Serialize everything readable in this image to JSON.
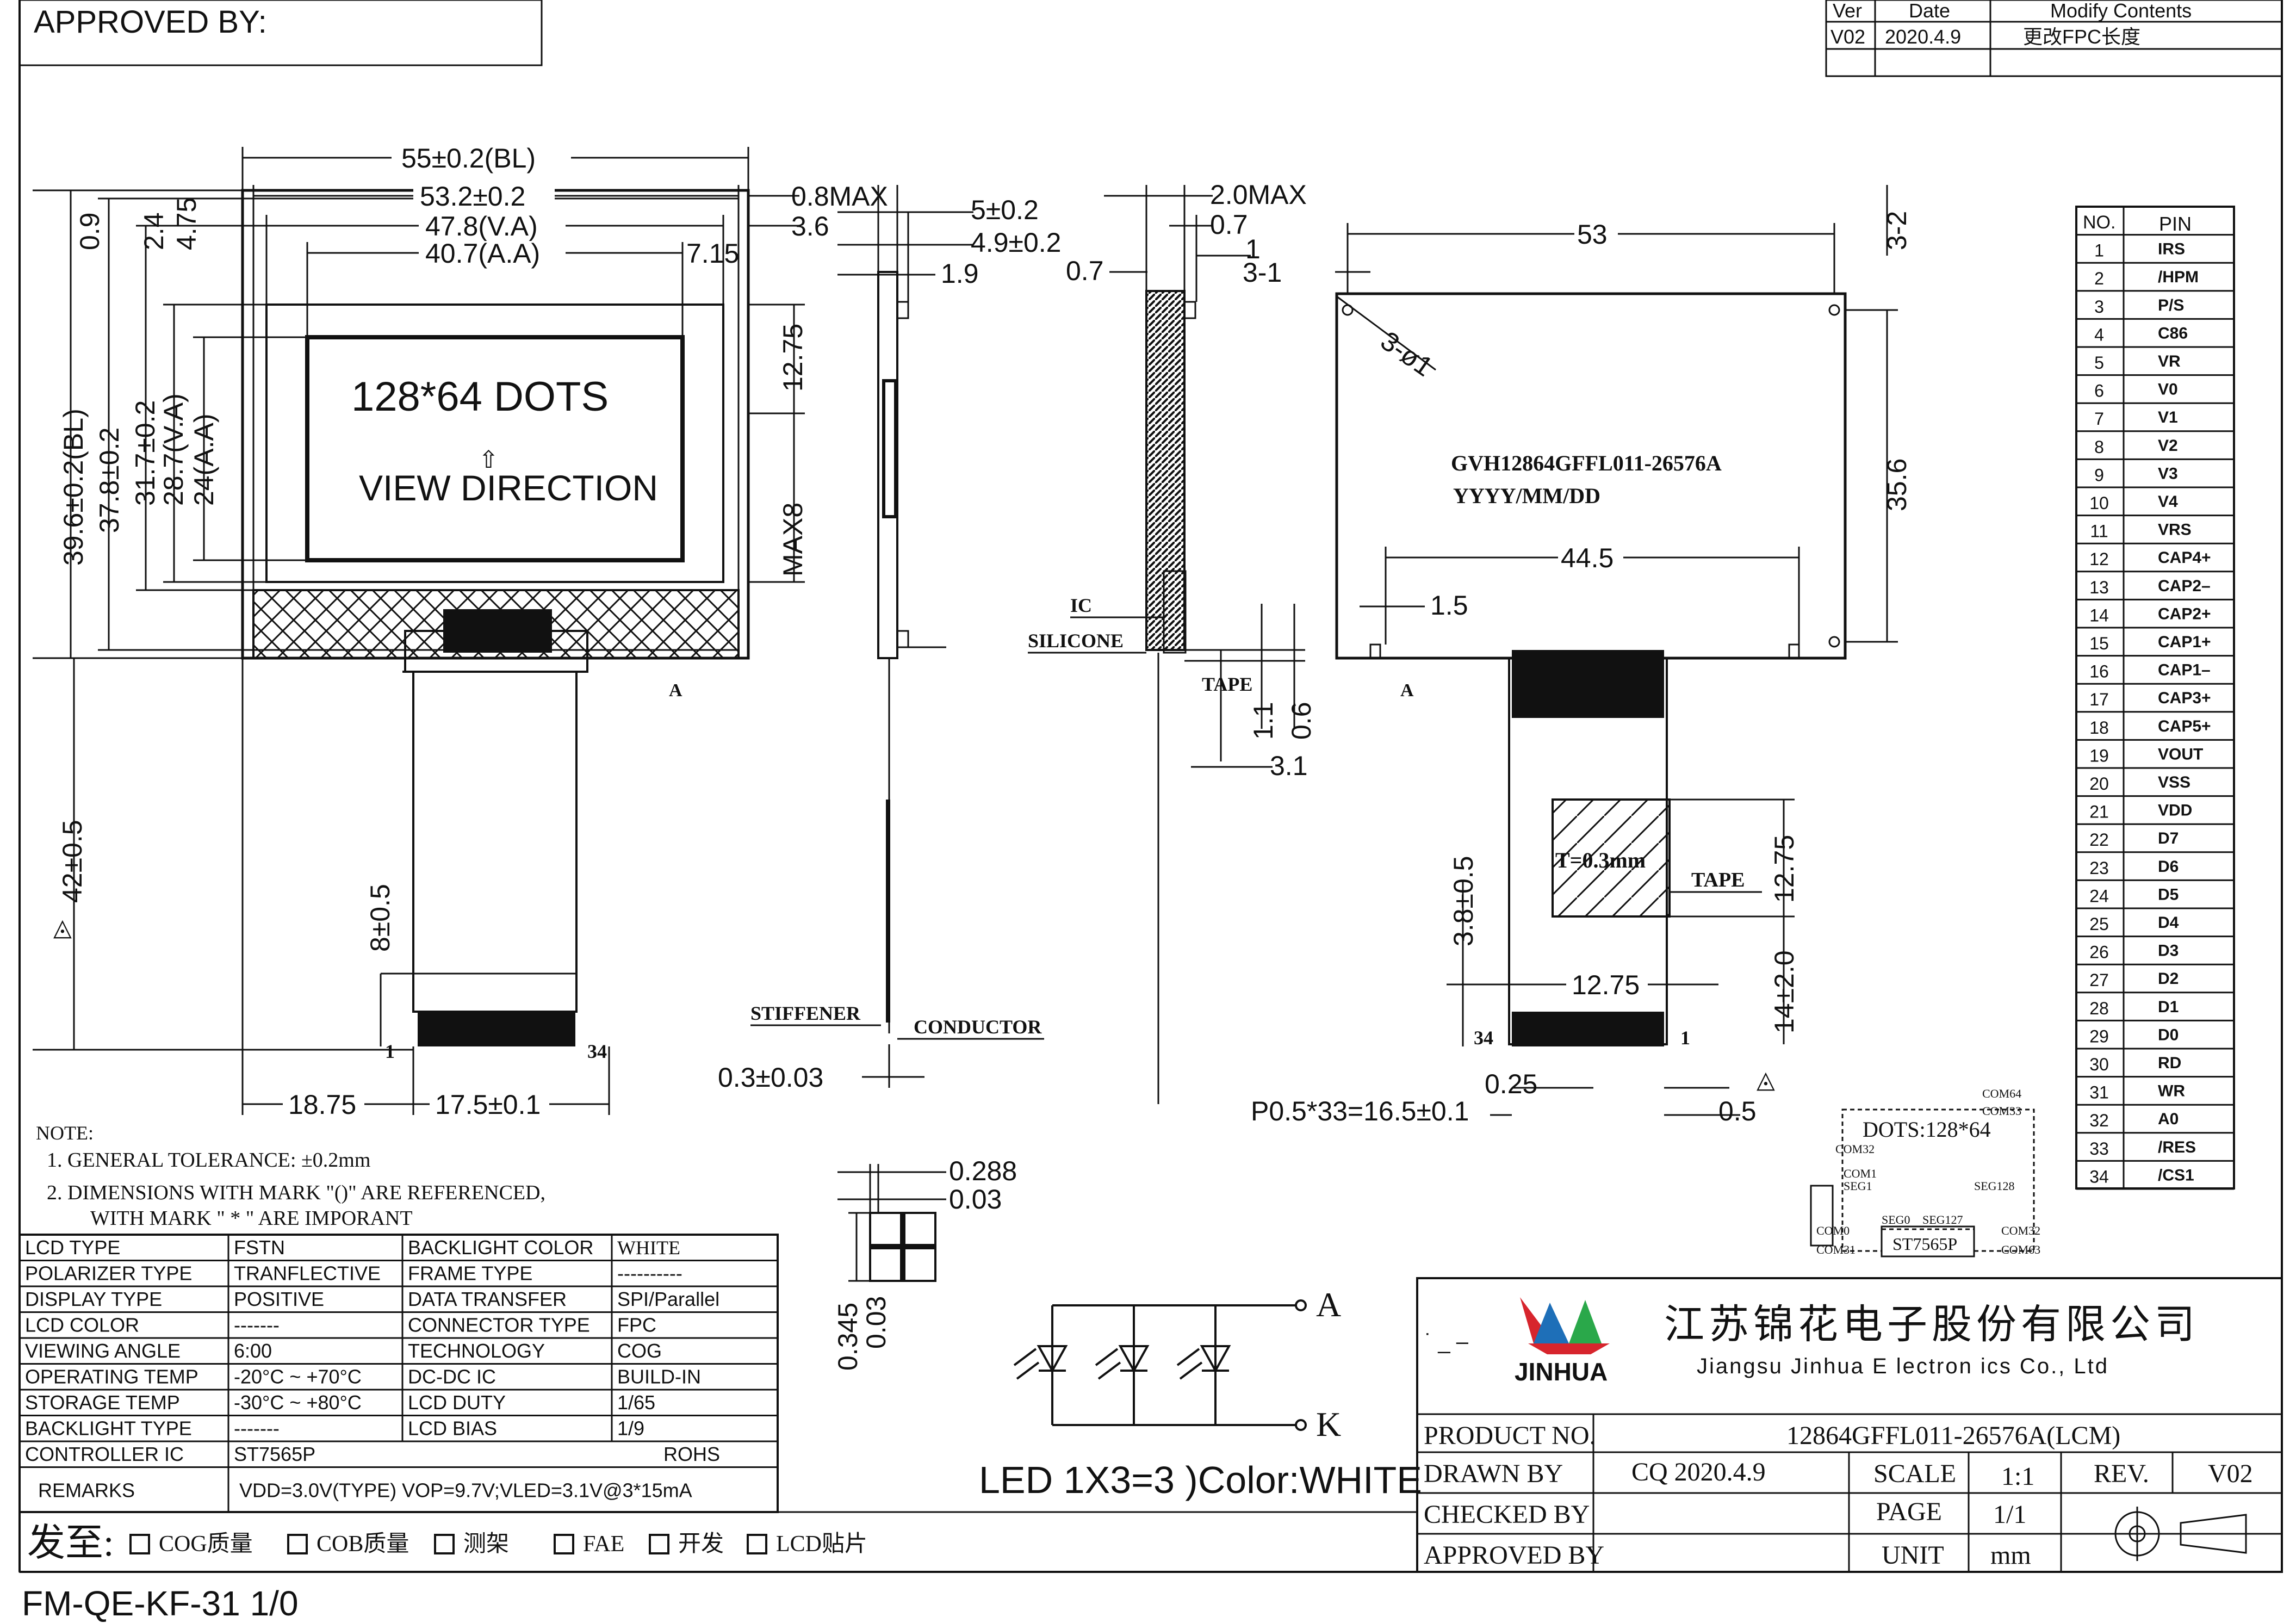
{
  "header": {
    "approved_by": "APPROVED BY:",
    "rev_cols": [
      "Ver",
      "Date",
      "Modify Contents"
    ],
    "rev_row": [
      "V02",
      "2020.4.9",
      "更改FPC长度"
    ]
  },
  "front": {
    "dots": "128*64  DOTS",
    "view": "VIEW  DIRECTION",
    "arrow": "⇧",
    "h_dims": [
      "55±0.2(BL)",
      "53.2±0.2",
      "47.8(V.A)",
      "40.7(A.A)",
      "7.15",
      "18.75",
      "17.5±0.1"
    ],
    "v_dims": [
      "39.6±0.2(BL)",
      "37.8±0.2",
      "31.7±0.2",
      "28.7(V.A)",
      "24(A.A)",
      "0.9",
      "2.4",
      "4.75",
      "42±0.5",
      "8±0.5",
      "12.75",
      "MAX8"
    ],
    "side_dims": [
      "0.8MAX",
      "3.6",
      "5±0.2",
      "4.9±0.2",
      "1.9"
    ],
    "pin_first": "1",
    "pin_last": "34",
    "mark_a": "A"
  },
  "side": {
    "dims": [
      "2.0MAX",
      "0.7",
      "1",
      "0.7",
      "3.1",
      "1.1",
      "0.6",
      "0.3±0.03"
    ],
    "labels": [
      "IC",
      "SILICONE",
      "TAPE",
      "STIFFENER",
      "CONDUCTOR"
    ]
  },
  "back": {
    "part": "GVH12864GFFL011-26576A",
    "date": "YYYY/MM/DD",
    "dims": [
      "53",
      "3-2",
      "3-1",
      "3-ø1",
      "35.6",
      "44.5",
      "1.5",
      "3.8±0.5",
      "12.75",
      "12.75",
      "14±2.0",
      "0.25",
      "0.5",
      "P0.5*33=16.5±0.1"
    ],
    "thickness": "T=0.3mm",
    "tape": "TAPE",
    "pin_first": "34",
    "pin_last": "1",
    "mark_a": "A"
  },
  "pin_table": {
    "headers": [
      "NO.",
      "PIN"
    ],
    "pins": [
      "IRS",
      "/HPM",
      "P/S",
      "C86",
      "VR",
      "V0",
      "V1",
      "V2",
      "V3",
      "V4",
      "VRS",
      "CAP4+",
      "CAP2–",
      "CAP2+",
      "CAP1+",
      "CAP1–",
      "CAP3+",
      "CAP5+",
      "VOUT",
      "VSS",
      "VDD",
      "D7",
      "D6",
      "D5",
      "D4",
      "D3",
      "D2",
      "D1",
      "D0",
      "RD",
      "WR",
      "A0",
      "/RES",
      "/CS1"
    ]
  },
  "pixel": {
    "dims": [
      "0.288",
      "0.03",
      "0.345",
      "0.03"
    ]
  },
  "chip": {
    "dots": "DOTS:128*64",
    "ic": "ST7565P",
    "labels": [
      "COM64",
      "COM33",
      "COM32",
      "COM1",
      "SEG1",
      "SEG128",
      "SEG0",
      "SEG127",
      "COM0",
      "COM31",
      "COM32",
      "COM63"
    ]
  },
  "led": {
    "anode": "A",
    "cathode": "K",
    "caption": "LED 1X3=3 )Color:WHITE"
  },
  "notes": {
    "title": "NOTE:",
    "items": [
      "1. GENERAL  TOLERANCE:  ±0.2mm",
      "2. DIMENSIONS WITH MARK \"()\" ARE REFERENCED,",
      "WITH MARK \" * \" ARE IMPORANT"
    ]
  },
  "spec": {
    "rows": [
      [
        "LCD TYPE",
        "FSTN",
        "BACKLIGHT COLOR",
        "WHITE"
      ],
      [
        "POLARIZER TYPE",
        "TRANFLECTIVE",
        "FRAME TYPE",
        "----------"
      ],
      [
        "DISPLAY TYPE",
        "POSITIVE",
        "DATA TRANSFER",
        "SPI/Parallel"
      ],
      [
        "LCD COLOR",
        "-------",
        "CONNECTOR TYPE",
        "FPC"
      ],
      [
        "VIEWING ANGLE",
        "6:00",
        "TECHNOLOGY",
        "COG"
      ],
      [
        "OPERATING TEMP",
        "-20°C ~ +70°C",
        "DC-DC IC",
        "BUILD-IN"
      ],
      [
        "STORAGE TEMP",
        "-30°C ~ +80°C",
        "LCD DUTY",
        "1/65"
      ],
      [
        "BACKLIGHT TYPE",
        "-------",
        "LCD BIAS",
        "1/9"
      ]
    ],
    "controller_label": "CONTROLLER  IC",
    "controller": "ST7565P",
    "rohs": "ROHS",
    "remarks_label": "REMARKS",
    "remarks": "VDD=3.0V(TYPE)  VOP=9.7V;VLED=3.1V@3*15mA"
  },
  "dispatch": {
    "label": "发至:",
    "options": [
      "COG质量",
      "COB质量",
      "测架",
      "FAE",
      "开发",
      "LCD贴片"
    ]
  },
  "title_block": {
    "company_cn": "江苏锦花电子股份有限公司",
    "company_en": "Jiangsu Jinhua E lectron ics Co., Ltd",
    "logo": "JINHUA",
    "product_label": "PRODUCT NO.",
    "product": "12864GFFL011-26576A(LCM)",
    "drawn_label": "DRAWN BY",
    "drawn": "CQ  2020.4.9",
    "scale_label": "SCALE",
    "scale": "1:1",
    "rev_label": "REV.",
    "rev": "V02",
    "checked_label": "CHECKED BY",
    "page_label": "PAGE",
    "page": "1/1",
    "approved_label": "APPROVED BY",
    "unit_label": "UNIT",
    "unit": "mm"
  },
  "footer": "FM-QE-KF-31 1/0",
  "colors": {
    "ink": "#111111",
    "logo_red": "#d7252d",
    "logo_green": "#2aa84a",
    "logo_blue": "#1e6fb8",
    "logo_dark": "#1a2a6c"
  }
}
